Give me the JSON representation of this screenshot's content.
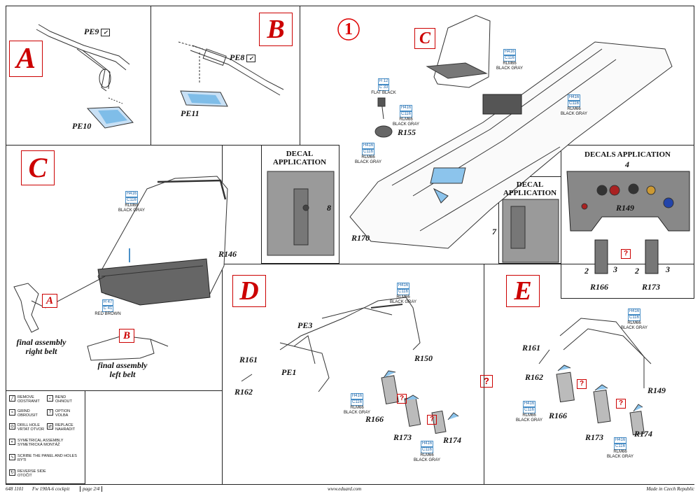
{
  "sections": {
    "a": "A",
    "b": "B",
    "c_top": "C",
    "c_main": "C",
    "d": "D",
    "e": "E",
    "step": "1"
  },
  "parts": {
    "pe9": "PE9",
    "pe10": "PE10",
    "pe8": "PE8",
    "pe11": "PE11",
    "r155": "R155",
    "r170": "R170",
    "r146": "R146",
    "r149_decal": "R149",
    "r166_decal": "R166",
    "r173_decal": "R173",
    "pe3": "PE3",
    "pe1": "PE1",
    "r161_d": "R161",
    "r162_d": "R162",
    "r150": "R150",
    "r166_d": "R166",
    "r173_d": "R173",
    "r174_d": "R174",
    "r161_e": "R161",
    "r162_e": "R162",
    "r149_e": "R149",
    "r166_e": "R166",
    "r173_e": "R173",
    "r174_e": "R174"
  },
  "decal_titles": {
    "left": "DECAL\nAPPLICATION",
    "mid": "DECAL\nAPPLICATION",
    "right": "DECALS APPLICATION"
  },
  "decal_numbers": {
    "n8": "8",
    "n7": "7",
    "n4": "4",
    "n2a": "2",
    "n3a": "3",
    "n2b": "2",
    "n3b": "3"
  },
  "assembly": {
    "right_belt": "final assembly\nright belt",
    "left_belt": "final assembly\nleft belt",
    "a_ref": "A",
    "b_ref": "B"
  },
  "paints": {
    "h416": [
      "H416",
      "C116",
      "RLM66",
      "BLACK GRAY"
    ],
    "h12": [
      "H 12",
      "C 33",
      "FLAT BLACK"
    ],
    "h47": [
      "H 47",
      "C 41",
      "RED BROWN"
    ]
  },
  "legend": [
    [
      "REMOVE",
      "ODSTRANIT"
    ],
    [
      "BEND",
      "OHNOUT"
    ],
    [
      "GRIND",
      "OBROUSIT"
    ],
    [
      "OPTION",
      "VOLBA"
    ],
    [
      "DRILL HOLE",
      "VRTAT OTVOR"
    ],
    [
      "REPLACE",
      "NAHRADIT"
    ],
    [
      "SYMETRICAL ASSEMBLY",
      "SYMETRICKÁ MONTÁŽ"
    ],
    [
      "SCRIBE THE PANEL AND HOLES",
      "RÝTI"
    ],
    [
      "REVERSE SIDE",
      "OTOČIT"
    ]
  ],
  "footer": {
    "code": "648 1101",
    "title": "Fw 190A-6 cockpit",
    "page": "page 2/4",
    "url": "www.eduard.com",
    "made": "Made in Czech Republic"
  },
  "question": "?"
}
